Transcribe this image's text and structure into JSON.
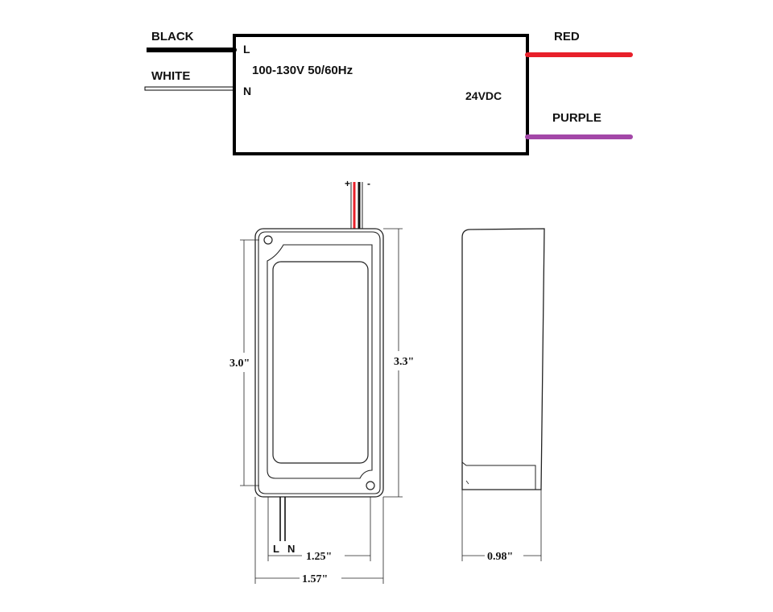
{
  "wiring": {
    "input_wires": [
      {
        "label": "BLACK",
        "color": "#000000"
      },
      {
        "label": "WHITE",
        "color": "#ffffff"
      }
    ],
    "output_wires": [
      {
        "label": "RED",
        "color": "#e8202a"
      },
      {
        "label": "PURPLE",
        "color": "#a347a8"
      }
    ],
    "terminals": {
      "line": "L",
      "neutral": "N"
    },
    "input_spec": "100-130V 50/60Hz",
    "output_spec": "24VDC"
  },
  "drawing": {
    "polarity_plus": "+",
    "polarity_minus": "-",
    "lead_labels": {
      "line": "L",
      "neutral": "N"
    },
    "dimensions": {
      "inner_height": "3.0\"",
      "outer_height": "3.3\"",
      "hole_spacing": "1.25\"",
      "overall_width": "1.57\"",
      "depth": "0.98\""
    }
  },
  "colors": {
    "positive_lead": "#e8202a",
    "negative_lead": "#111111",
    "outline": "#222222"
  }
}
